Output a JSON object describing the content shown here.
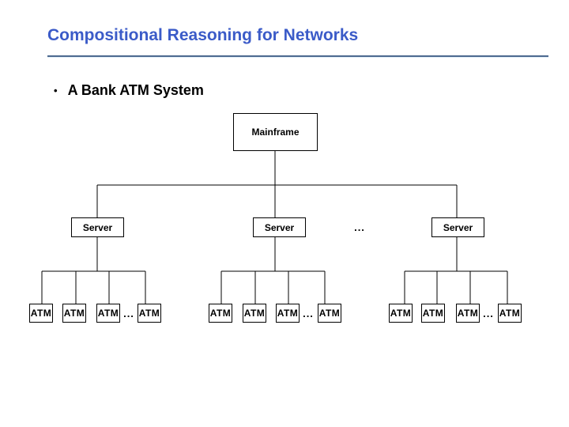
{
  "slide": {
    "title": "Compositional Reasoning for Networks",
    "bullet_marker": "•",
    "bullet_text": "A Bank ATM System"
  },
  "colors": {
    "title_blue": "#3b5bc8",
    "rule_dark": "#4e6a90",
    "rule_light": "#dfecf7",
    "diagram_line": "#000000",
    "background": "#ffffff"
  },
  "diagram": {
    "mainframe": {
      "label": "Mainframe"
    },
    "servers": [
      {
        "label": "Server"
      },
      {
        "label": "Server"
      },
      {
        "label": "Server"
      }
    ],
    "servers_ellipsis": "...",
    "groups": [
      {
        "atms": [
          "ATM",
          "ATM",
          "ATM",
          "ATM"
        ],
        "ellipsis": "..."
      },
      {
        "atms": [
          "ATM",
          "ATM",
          "ATM",
          "ATM"
        ],
        "ellipsis": "..."
      },
      {
        "atms": [
          "ATM",
          "ATM",
          "ATM",
          "ATM"
        ],
        "ellipsis": "..."
      }
    ]
  }
}
